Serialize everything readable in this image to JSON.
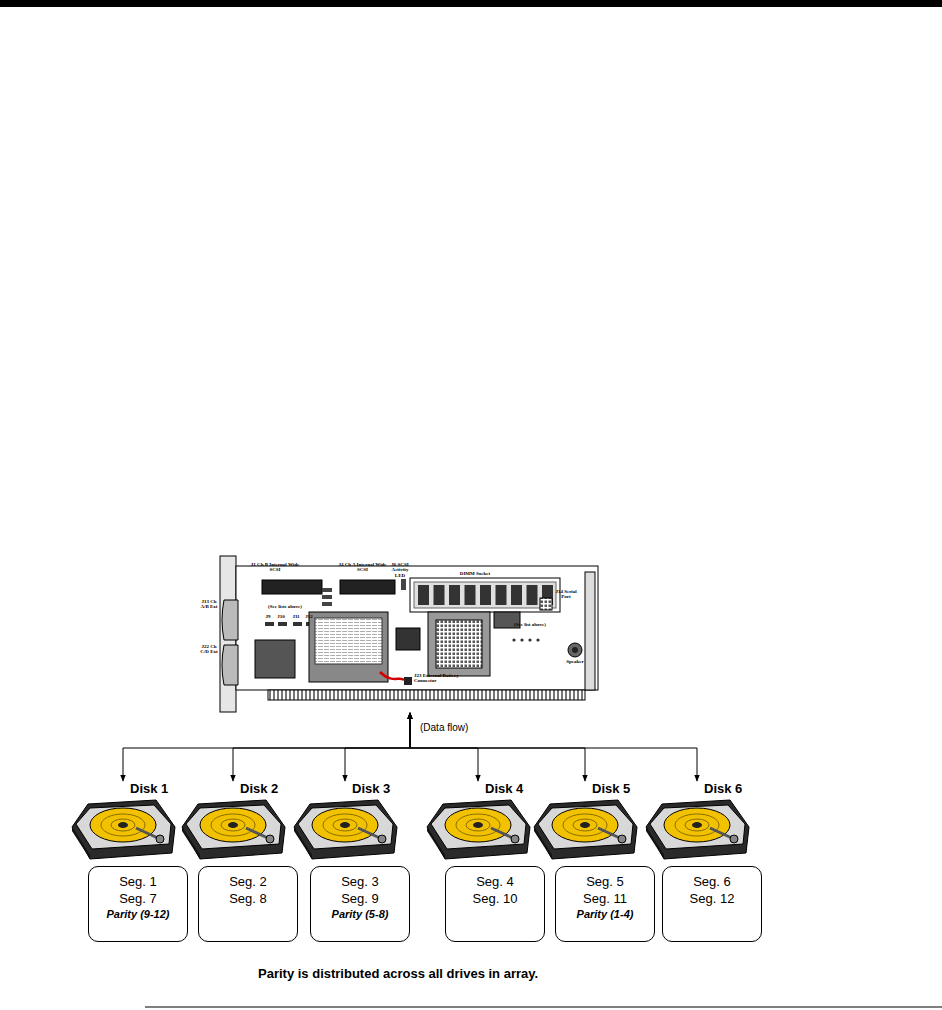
{
  "diagram": {
    "caption": "Parity is distributed across all drives in array.",
    "nodes": [
      {
        "text": [
          "J1 Ch B Internal Wide SCSI",
          "J4 Ch A Internal Wide SCSI",
          "J6 SCSI Activity LED",
          "DIMM Socket",
          "J14 Serial Port",
          "J13 Ch A/B Ext",
          "J22 Ch C/D Ext",
          "(See lists above)",
          "J9",
          "J10",
          "J11",
          "J12",
          "(See list above)",
          "J23 External Battery Connector",
          "Speaker"
        ]
      },
      {
        "text": [
          "Disk 1"
        ]
      },
      {
        "text": [
          "Disk 2"
        ]
      },
      {
        "text": [
          "Disk 3"
        ]
      },
      {
        "text": [
          "Disk 4"
        ]
      },
      {
        "text": [
          "Disk 5"
        ]
      },
      {
        "text": [
          "Disk 6"
        ]
      },
      {
        "text": [
          "Seg. 1",
          "Seg. 7",
          "Parity (9-12)"
        ]
      },
      {
        "text": [
          "Seg. 2",
          "Seg. 8"
        ]
      },
      {
        "text": [
          "Seg. 3",
          "Seg. 9",
          "Parity (5-8)"
        ]
      },
      {
        "text": [
          "Seg. 4",
          "Seg. 10"
        ]
      },
      {
        "text": [
          "Seg. 5",
          "Seg. 11",
          "Parity (1-4)"
        ]
      },
      {
        "text": [
          "Seg. 6",
          "Seg. 12"
        ]
      }
    ],
    "edges": [
      {
        "from": 0,
        "to": 1,
        "arrow": "both"
      },
      {
        "from": 0,
        "to": 2,
        "arrow": "both"
      },
      {
        "from": 0,
        "to": 3,
        "arrow": "both"
      },
      {
        "from": 0,
        "to": 4,
        "arrow": "both"
      },
      {
        "from": 0,
        "to": 5,
        "arrow": "both"
      },
      {
        "from": 0,
        "to": 6,
        "arrow": "both"
      }
    ],
    "labels": [
      "(Data flow)"
    ]
  }
}
